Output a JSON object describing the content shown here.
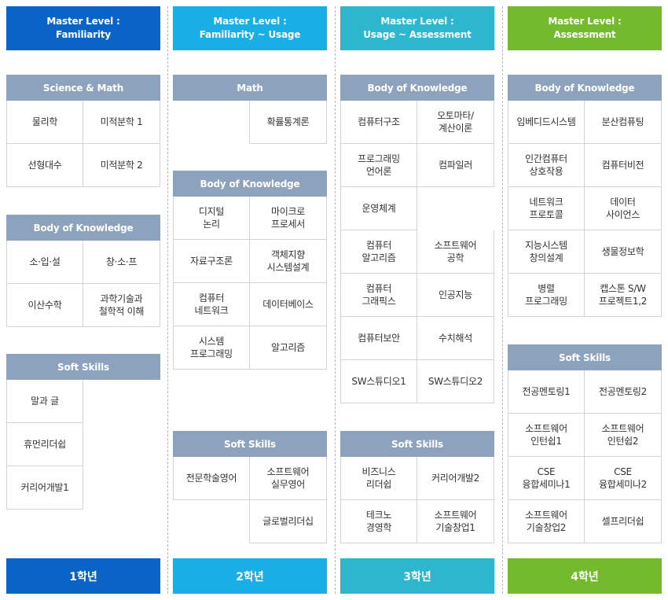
{
  "colors": {
    "grade1": "#0a64c8",
    "grade2": "#1aaee6",
    "grade3": "#2cb7cf",
    "grade4": "#73bb2c",
    "group_header": "#8da2bd"
  },
  "columns": [
    {
      "head": [
        "Master Level :",
        "Familiarity"
      ],
      "foot": "1학년",
      "groups": [
        {
          "title": "Science & Math",
          "cells": [
            "물리학",
            "미적분학 1",
            "선형대수",
            "미적분학 2"
          ]
        },
        {
          "title": "Body of Knowledge",
          "cells": [
            "소·입·설",
            "창·소·프",
            "이산수학",
            "과학기술과\n철학적 이해"
          ]
        },
        {
          "title": "Soft Skills",
          "cells": [
            "말과 글",
            "",
            "휴먼리더쉽",
            "",
            "커리어개발1",
            ""
          ]
        }
      ]
    },
    {
      "head": [
        "Master Level :",
        "Familiarity ~ Usage"
      ],
      "foot": "2학년",
      "groups": [
        {
          "title": "Math",
          "cells": [
            "",
            "확률통계론"
          ]
        },
        {
          "title": "Body of Knowledge",
          "cells": [
            "디지털\n논리",
            "마이크로\n프로세서",
            "자료구조론",
            "객체지향\n시스템설계",
            "컴퓨터\n네트워크",
            "데이터베이스",
            "시스템\n프로그래밍",
            "알고리즘"
          ]
        },
        {
          "title": "Soft Skills",
          "cells": [
            "전문학술영어",
            "소프트웨어\n실무영어",
            "",
            "글로벌리더십"
          ]
        }
      ]
    },
    {
      "head": [
        "Master Level :",
        "Usage ~ Assessment"
      ],
      "foot": "3학년",
      "groups": [
        {
          "title": "Body of Knowledge",
          "cells": [
            "컴퓨터구조",
            "오토마타/\n계산이론",
            "프로그래밍\n언어론",
            "컴파일러",
            "운영체계",
            "",
            "컴퓨터\n알고리즘",
            "소프트웨어\n공학",
            "컴퓨터\n그래픽스",
            "인공지능",
            "컴퓨터보안",
            "수치해석",
            "SW스튜디오1",
            "SW스튜디오2"
          ]
        },
        {
          "title": "Soft Skills",
          "cells": [
            "비즈니스\n리더쉽",
            "커리어개발2",
            "테크노\n경영학",
            "소프트웨어\n기술창업1"
          ]
        }
      ]
    },
    {
      "head": [
        "Master Level :",
        "Assessment"
      ],
      "foot": "4학년",
      "groups": [
        {
          "title": "Body of Knowledge",
          "cells": [
            "임베디드시스템",
            "분산컴퓨팅",
            "인간컴퓨터\n상호작용",
            "컴퓨터비전",
            "네트워크\n프로토콜",
            "데이터\n사이언스",
            "지능시스템\n창의설계",
            "생물정보학",
            "병렬\n프로그래밍",
            "캡스톤 S/W\n프로젝트1,2"
          ]
        },
        {
          "title": "Soft Skills",
          "cells": [
            "전공멘토링1",
            "전공멘토링2",
            "소프트웨어\n인턴쉽1",
            "소프트웨어\n인턴쉽2",
            "CSE\n융합세미나1",
            "CSE\n융합세미나2",
            "소프트웨어\n기술창업2",
            "셀프리더쉽"
          ]
        }
      ]
    }
  ]
}
